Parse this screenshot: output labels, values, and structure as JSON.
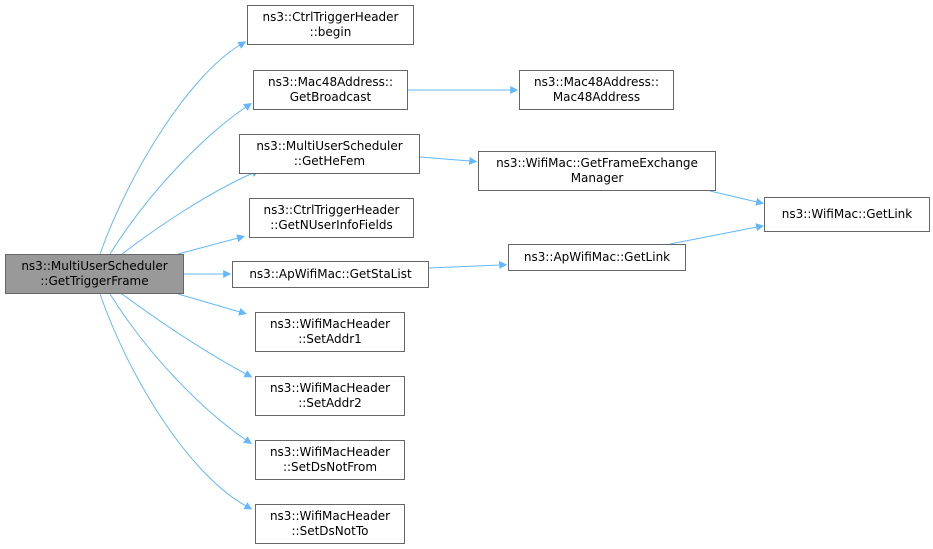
{
  "diagram": {
    "root": {
      "id": "root",
      "lines": [
        "ns3::MultiUserScheduler",
        "::GetTriggerFrame"
      ]
    },
    "nodes": [
      {
        "id": "begin",
        "lines": [
          "ns3::CtrlTriggerHeader",
          "::begin"
        ]
      },
      {
        "id": "getbroadcast",
        "lines": [
          "ns3::Mac48Address::",
          "GetBroadcast"
        ]
      },
      {
        "id": "mac48address",
        "lines": [
          "ns3::Mac48Address::",
          "Mac48Address"
        ]
      },
      {
        "id": "gethefem",
        "lines": [
          "ns3::MultiUserScheduler",
          "::GetHeFem"
        ]
      },
      {
        "id": "getframeexchange",
        "lines": [
          "ns3::WifiMac::GetFrameExchange",
          "Manager"
        ]
      },
      {
        "id": "wifimac-getlink",
        "lines": [
          "ns3::WifiMac::GetLink"
        ]
      },
      {
        "id": "getnuserinfofields",
        "lines": [
          "ns3::CtrlTriggerHeader",
          "::GetNUserInfoFields"
        ]
      },
      {
        "id": "getstalist",
        "lines": [
          "ns3::ApWifiMac::GetStaList"
        ]
      },
      {
        "id": "apwifimac-getlink",
        "lines": [
          "ns3::ApWifiMac::GetLink"
        ]
      },
      {
        "id": "setaddr1",
        "lines": [
          "ns3::WifiMacHeader",
          "::SetAddr1"
        ]
      },
      {
        "id": "setaddr2",
        "lines": [
          "ns3::WifiMacHeader",
          "::SetAddr2"
        ]
      },
      {
        "id": "setdsnotfrom",
        "lines": [
          "ns3::WifiMacHeader",
          "::SetDsNotFrom"
        ]
      },
      {
        "id": "setdsnotto",
        "lines": [
          "ns3::WifiMacHeader",
          "::SetDsNotTo"
        ]
      }
    ],
    "edges": [
      {
        "from": "root",
        "to": "begin"
      },
      {
        "from": "root",
        "to": "getbroadcast"
      },
      {
        "from": "root",
        "to": "gethefem"
      },
      {
        "from": "root",
        "to": "getnuserinfofields"
      },
      {
        "from": "root",
        "to": "getstalist"
      },
      {
        "from": "root",
        "to": "setaddr1"
      },
      {
        "from": "root",
        "to": "setaddr2"
      },
      {
        "from": "root",
        "to": "setdsnotfrom"
      },
      {
        "from": "root",
        "to": "setdsnotto"
      },
      {
        "from": "getbroadcast",
        "to": "mac48address"
      },
      {
        "from": "gethefem",
        "to": "getframeexchange"
      },
      {
        "from": "getframeexchange",
        "to": "wifimac-getlink"
      },
      {
        "from": "getstalist",
        "to": "apwifimac-getlink"
      },
      {
        "from": "apwifimac-getlink",
        "to": "wifimac-getlink"
      }
    ],
    "colors": {
      "edge": "#63b8ff",
      "node_border": "#666666",
      "node_fill": "#ffffff",
      "root_fill": "#999999"
    }
  }
}
